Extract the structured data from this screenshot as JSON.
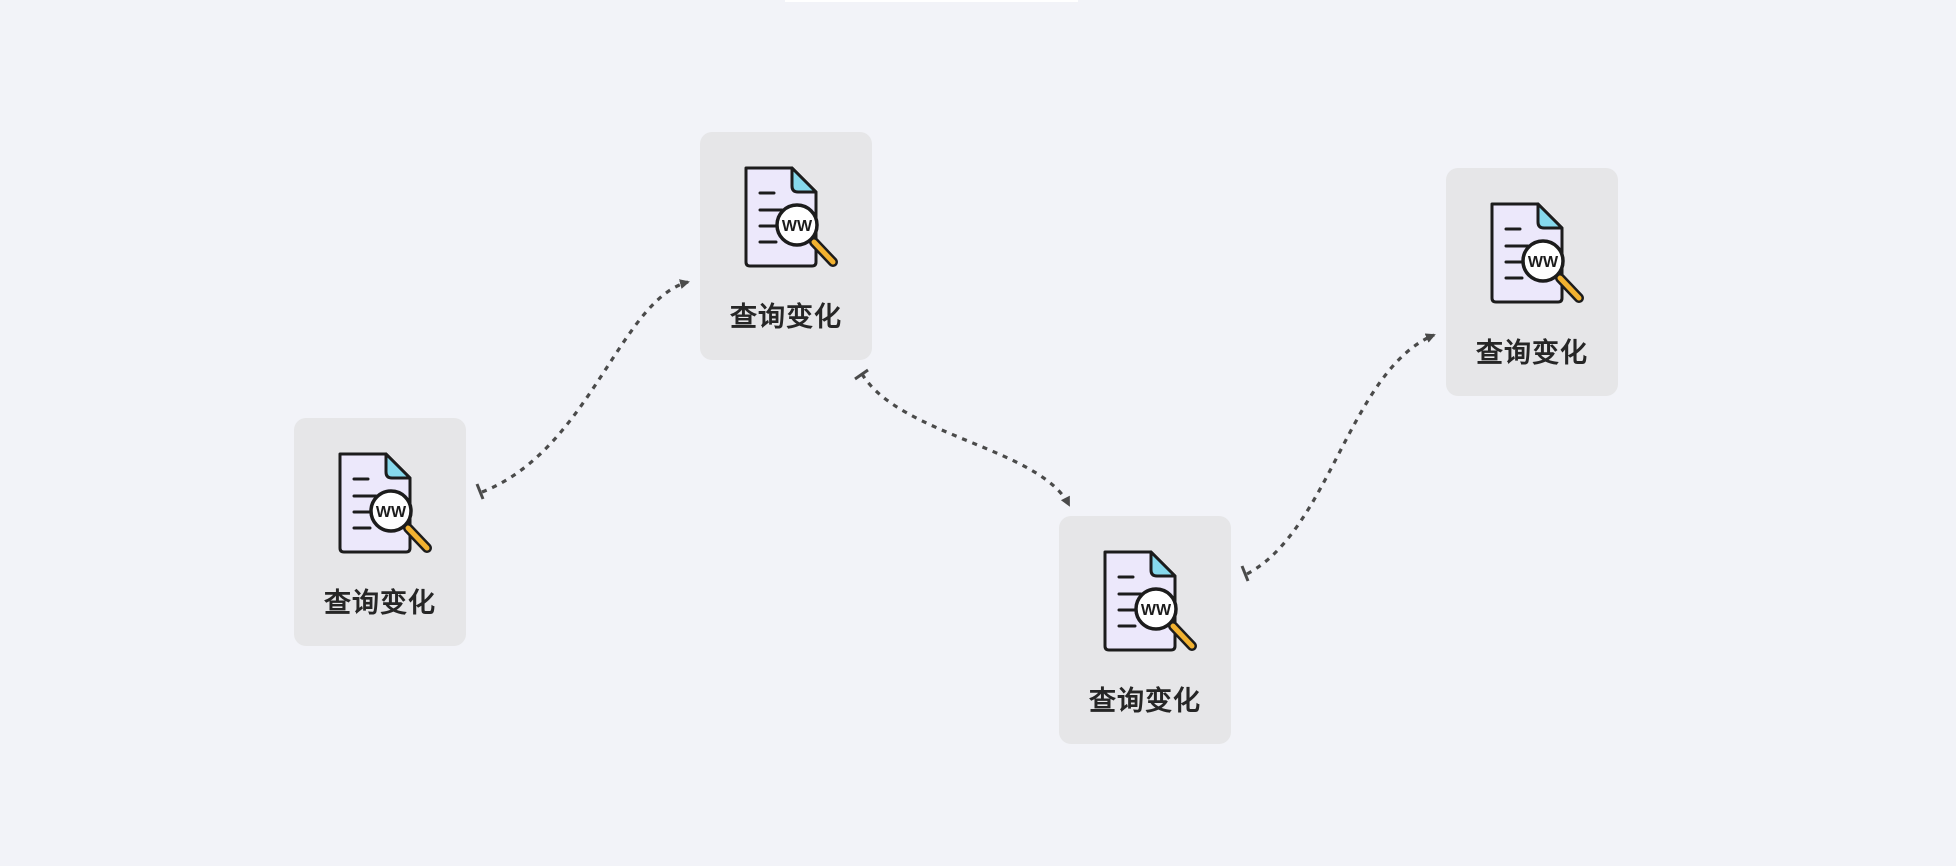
{
  "nodes": [
    {
      "label": "查询变化",
      "icon": "web-document-search-icon"
    },
    {
      "label": "查询变化",
      "icon": "web-document-search-icon"
    },
    {
      "label": "查询变化",
      "icon": "web-document-search-icon"
    },
    {
      "label": "查询变化",
      "icon": "web-document-search-icon"
    }
  ],
  "icon_badge_text": "WW",
  "edges": [
    {
      "from": 0,
      "to": 1,
      "style": "dashed"
    },
    {
      "from": 1,
      "to": 2,
      "style": "dashed"
    },
    {
      "from": 2,
      "to": 3,
      "style": "dashed"
    }
  ],
  "colors": {
    "background": "#f2f3f8",
    "node_fill": "#e6e6e8",
    "connector": "#4a4a4a",
    "doc_fill": "#ece8fb",
    "doc_fold": "#86d9ec",
    "handle": "#f2b230"
  }
}
